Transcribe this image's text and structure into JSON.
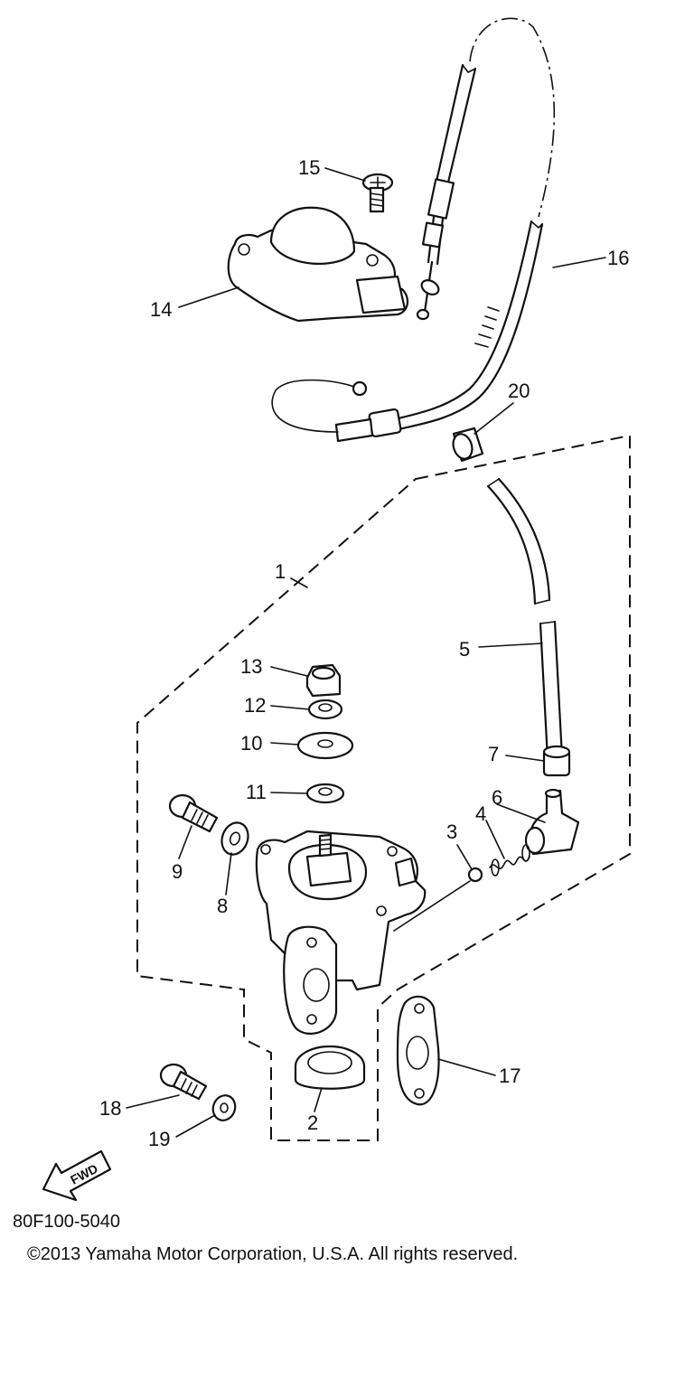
{
  "labels": {
    "l1": "1",
    "l2": "2",
    "l3": "3",
    "l4": "4",
    "l5": "5",
    "l6": "6",
    "l7": "7",
    "l8": "8",
    "l9": "9",
    "l10": "10",
    "l11": "11",
    "l12": "12",
    "l13": "13",
    "l14": "14",
    "l15": "15",
    "l16": "16",
    "l17": "17",
    "l18": "18",
    "l19": "19",
    "l20": "20"
  },
  "fwd_arrow": "FWD",
  "diagram_code": "80F100-5040",
  "copyright": "©2013 Yamaha Motor Corporation, U.S.A. All rights reserved."
}
